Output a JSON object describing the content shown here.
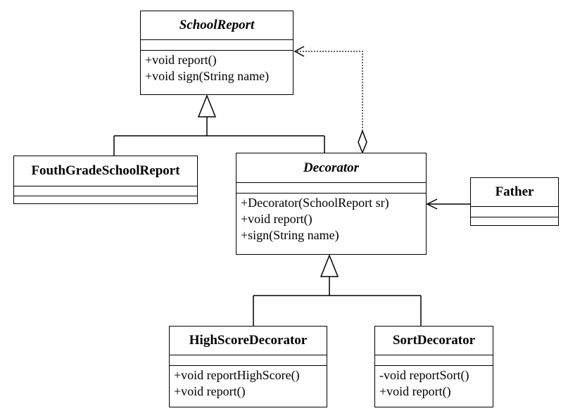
{
  "classes": {
    "school_report": {
      "name": "SchoolReport",
      "abstract": true,
      "attributes": [],
      "operations": [
        "+void report()",
        "+void sign(String name)"
      ]
    },
    "fouth_grade_school_report": {
      "name": "FouthGradeSchoolReport",
      "abstract": false,
      "attributes": [],
      "operations": []
    },
    "decorator": {
      "name": "Decorator",
      "abstract": true,
      "attributes": [],
      "operations": [
        "+Decorator(SchoolReport sr)",
        "+void report()",
        "+sign(String name)"
      ]
    },
    "father": {
      "name": "Father",
      "abstract": false,
      "attributes": [],
      "operations": []
    },
    "high_score_decorator": {
      "name": "HighScoreDecorator",
      "abstract": false,
      "attributes": [],
      "operations": [
        "+void reportHighScore()",
        "+void report()"
      ]
    },
    "sort_decorator": {
      "name": "SortDecorator",
      "abstract": false,
      "attributes": [],
      "operations": [
        "-void reportSort()",
        "+void report()"
      ]
    }
  },
  "relationships": [
    {
      "type": "generalization",
      "from": "FouthGradeSchoolReport",
      "to": "SchoolReport"
    },
    {
      "type": "generalization",
      "from": "Decorator",
      "to": "SchoolReport"
    },
    {
      "type": "aggregation",
      "from": "Decorator",
      "to": "SchoolReport"
    },
    {
      "type": "association",
      "from": "Father",
      "to": "Decorator"
    },
    {
      "type": "generalization",
      "from": "HighScoreDecorator",
      "to": "Decorator"
    },
    {
      "type": "generalization",
      "from": "SortDecorator",
      "to": "Decorator"
    }
  ]
}
